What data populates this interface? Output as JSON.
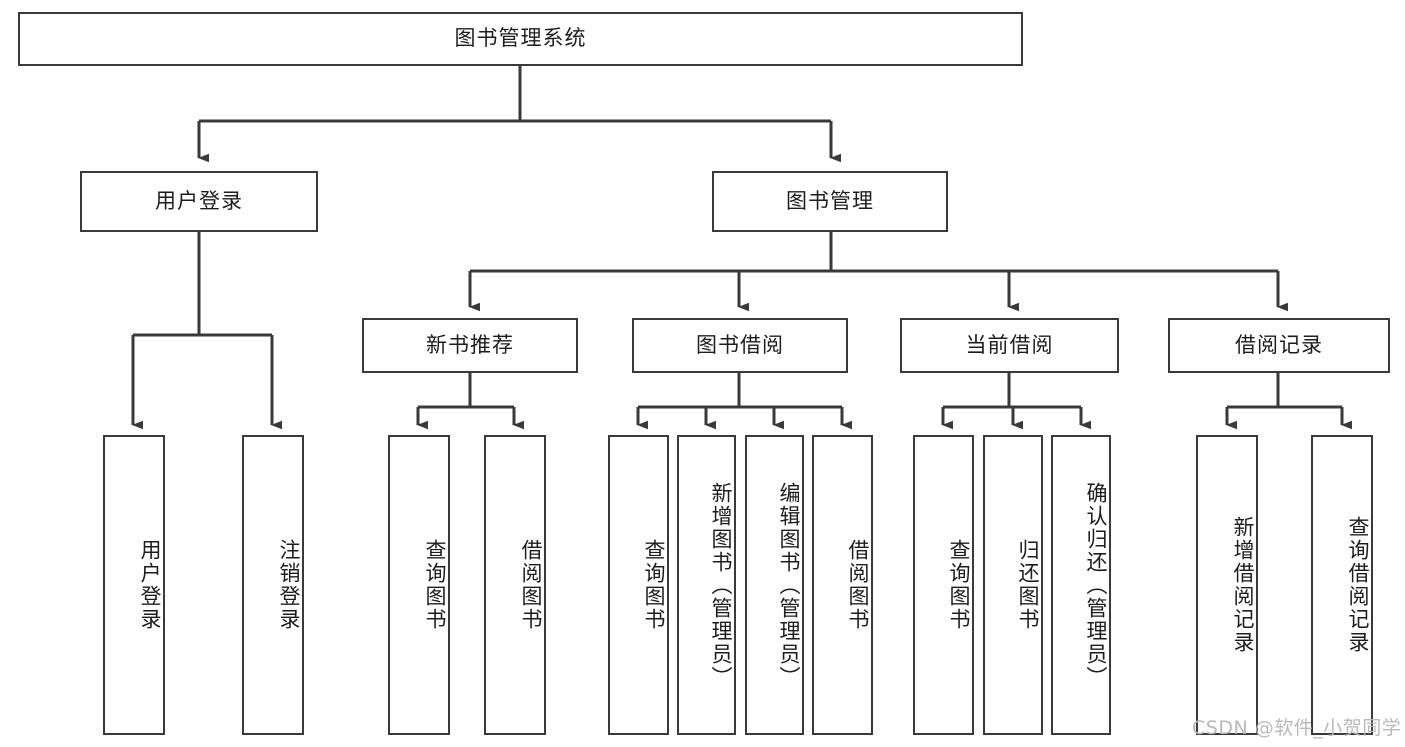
{
  "diagram": {
    "title": "图书管理系统",
    "type": "tree-hierarchy",
    "root": {
      "label": "图书管理系统"
    },
    "level2": [
      {
        "label": "用户登录"
      },
      {
        "label": "图书管理"
      }
    ],
    "level3": [
      {
        "label": "新书推荐"
      },
      {
        "label": "图书借阅"
      },
      {
        "label": "当前借阅"
      },
      {
        "label": "借阅记录"
      }
    ],
    "leaves": {
      "user_login": [
        {
          "label": "用户登录"
        },
        {
          "label": "注销登录"
        }
      ],
      "new_book_recommend": [
        {
          "label": "查询图书"
        },
        {
          "label": "借阅图书"
        }
      ],
      "book_borrow": [
        {
          "label": "查询图书"
        },
        {
          "label": "新增图书（管理员）"
        },
        {
          "label": "编辑图书（管理员）"
        },
        {
          "label": "借阅图书"
        }
      ],
      "current_borrow": [
        {
          "label": "查询图书"
        },
        {
          "label": "归还图书"
        },
        {
          "label": "确认归还（管理员）"
        }
      ],
      "borrow_record": [
        {
          "label": "新增借阅记录"
        },
        {
          "label": "查询借阅记录"
        }
      ]
    }
  },
  "watermark": {
    "text": "CSDN @软件_小贺同学"
  },
  "colors": {
    "box_border": "#3a3a3a",
    "box_fill": "#ffffff",
    "connector": "#3a3a3a",
    "text": "#1d1d1d",
    "watermark": "#b9b9b9",
    "background": "#ffffff"
  }
}
